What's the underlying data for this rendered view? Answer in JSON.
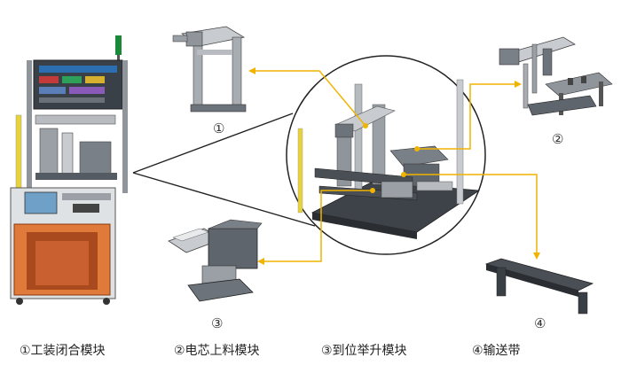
{
  "numbers": {
    "n1": "①",
    "n2": "②",
    "n3": "③",
    "n4": "④"
  },
  "captions": {
    "c1": "①工装闭合模块",
    "c2": "②电芯上料模块",
    "c3": "③到位举升模块",
    "c4": "④输送带"
  },
  "colors": {
    "arrow": "#f0b400",
    "frame": "#8f959b",
    "frame_dark": "#4a4f55",
    "frame_light": "#c8ccd0",
    "outline": "#333333",
    "orange_cabinet": "#e07a3a",
    "light_curtain": "#e8d23a"
  }
}
